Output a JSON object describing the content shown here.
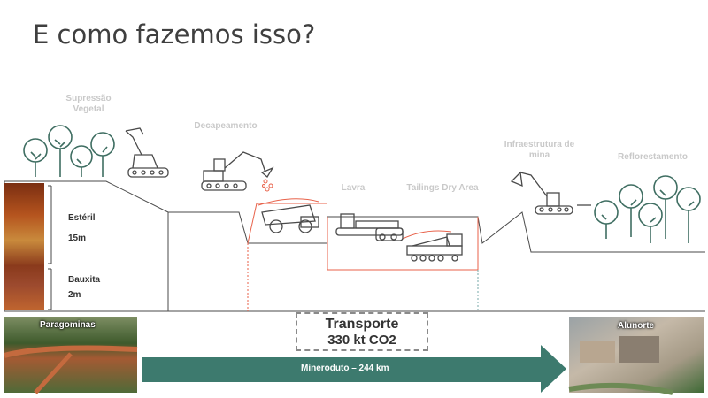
{
  "title": "E como fazemos isso?",
  "stages": {
    "supressao": "Supressão\nVegetal",
    "decapeamento": "Decapeamento",
    "lavra": "Lavra",
    "tailings": "Tailings Dry Area",
    "infraestrutura": "Infraestrutura de\nmina",
    "reflorestamento": "Reflorestamento"
  },
  "soil": {
    "esteril_label": "Estéril",
    "esteril_depth": "15m",
    "bauxita_label": "Bauxita",
    "bauxita_depth": "2m"
  },
  "locations": {
    "origin": "Paragominas",
    "destination": "Alunorte"
  },
  "transport": {
    "title": "Transporte",
    "value": "330 kt CO2"
  },
  "pipeline": {
    "label": "Mineroduto – 244 km",
    "color": "#3d7a6e"
  },
  "colors": {
    "line": "#4a4a4a",
    "highlight": "#e8624a",
    "tree": "#3f6e62"
  }
}
